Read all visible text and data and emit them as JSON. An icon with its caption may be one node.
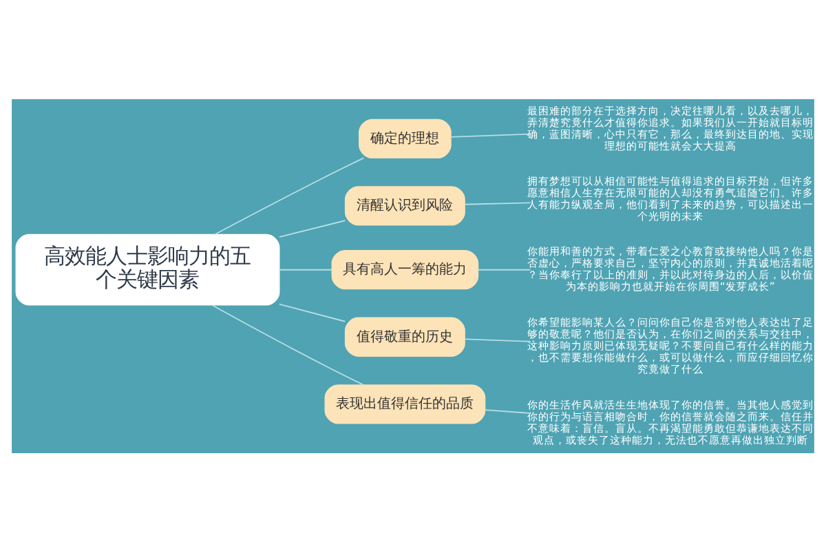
{
  "diagram": {
    "nodes": [
      {
        "text": [
          "高效能人士影响力的五个关键因素"
        ]
      },
      {
        "text": [
          "确定的理想"
        ]
      },
      {
        "text": [
          "清醒认识到风险"
        ]
      },
      {
        "text": [
          "具有高人一筹的能力"
        ]
      },
      {
        "text": [
          "值得敬重的历史"
        ]
      },
      {
        "text": [
          "表现出值得信任的品质"
        ]
      },
      {
        "text": [
          "最困难的部分在于选择方向，决定往哪儿看，以及去哪儿，弄清楚究竟什么才值得你追求。如果我们从一开始就目标明确，蓝图清晰，心中只有它，那么，最终到达目的地、实现理想的可能性就会大大提高"
        ]
      },
      {
        "text": [
          "拥有梦想可以从相信可能性与值得追求的目标开始，但许多愿意相信人生存在无限可能的人却没有勇气追随它们。许多人有能力纵观全局，他们看到了未来的趋势，可以描述出一个光明的未来"
        ]
      },
      {
        "text": [
          "你能用和善的方式，带着仁爱之心教育或接纳他人吗？你是否虚心，严格要求自己，坚守内心的原则，并真诚地活着呢？当你奉行了以上的准则，并以此对待身边的人后，以价值为本的影响力也就开始在你周围“发芽成长”"
        ]
      },
      {
        "text": [
          "你希望能影响某人么？问问你自己你是否对他人表达出了足够的敬意呢？他们是否认为，在你们之间的关系与交往中，这种影响力原则已体现无疑呢？不要问自己有什么样的能力，也不需要想你能做什么，或可以做什么，而应仔细回忆你究竟做了什么"
        ]
      },
      {
        "text": [
          "你的生活作风就活生生地体现了你的信誉。当其他人感觉到你的行为与语言相吻合时，你的信誉就会随之而来。信任并不意味着：盲信。盲从。不再渴望能勇敢但恭谦地表达不同观点，或丧失了这种能力，无法也不愿意再做出独立判断"
        ]
      }
    ],
    "edges": [
      {
        "from": 0,
        "to": 1,
        "arrow": "none"
      },
      {
        "from": 0,
        "to": 2,
        "arrow": "none"
      },
      {
        "from": 0,
        "to": 3,
        "arrow": "none"
      },
      {
        "from": 0,
        "to": 4,
        "arrow": "none"
      },
      {
        "from": 0,
        "to": 5,
        "arrow": "none"
      },
      {
        "from": 1,
        "to": 6,
        "arrow": "none"
      },
      {
        "from": 2,
        "to": 7,
        "arrow": "none"
      },
      {
        "from": 3,
        "to": 8,
        "arrow": "none"
      },
      {
        "from": 4,
        "to": 9,
        "arrow": "none"
      },
      {
        "from": 5,
        "to": 10,
        "arrow": "none"
      }
    ]
  }
}
